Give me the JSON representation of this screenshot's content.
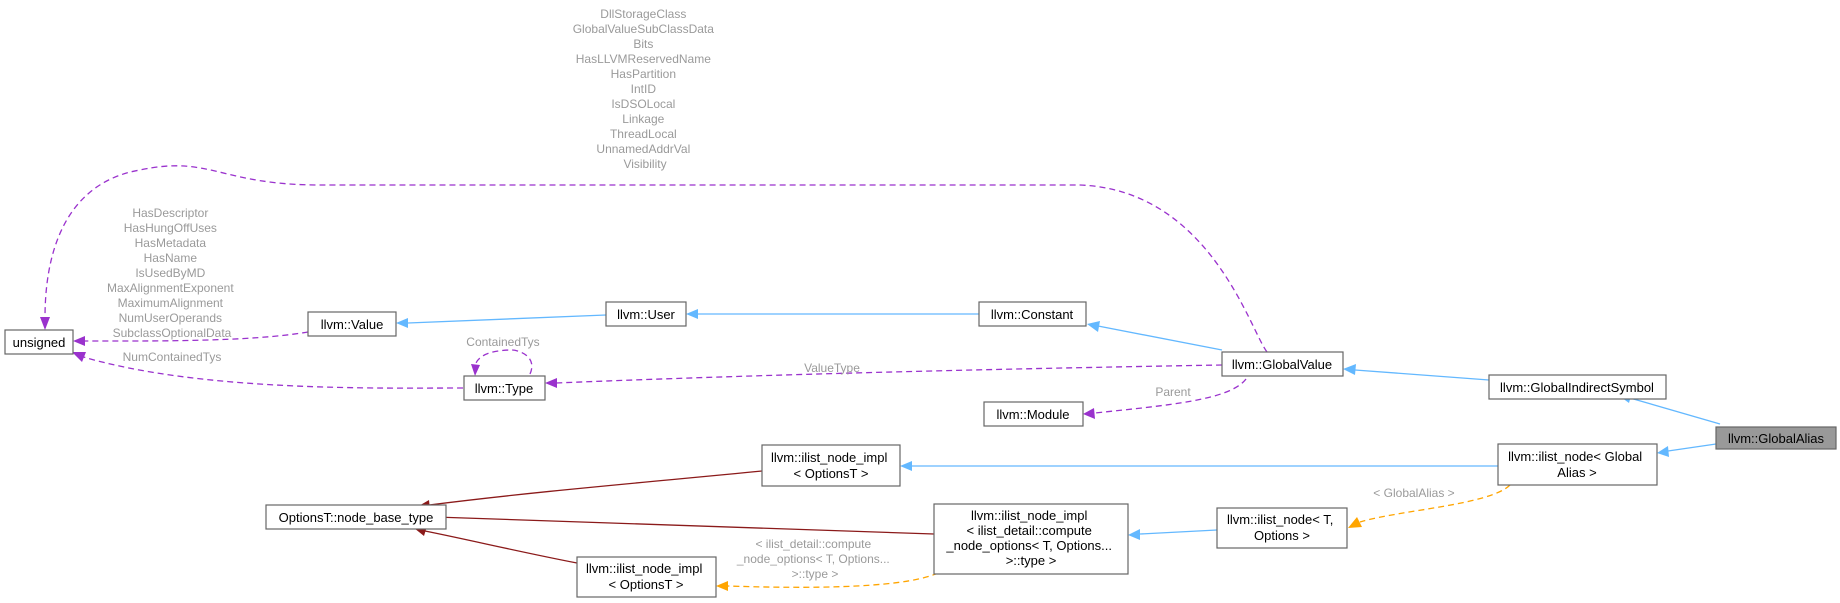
{
  "nodes": {
    "global_alias": "llvm::GlobalAlias",
    "global_indirect_symbol": "llvm::GlobalIndirectSymbol",
    "global_value": "llvm::GlobalValue",
    "constant": "llvm::Constant",
    "user": "llvm::User",
    "value": "llvm::Value",
    "unsigned": "unsigned",
    "type": "llvm::Type",
    "module": "llvm::Module",
    "ilist_node_global_alias": [
      "llvm::ilist_node< Global",
      "Alias >"
    ],
    "ilist_node_impl_top": [
      "llvm::ilist_node_impl",
      "< OptionsT >"
    ],
    "node_base_type": "OptionsT::node_base_type",
    "ilist_node_impl_mid": [
      "llvm::ilist_node_impl",
      "< ilist_detail::compute",
      "_node_options< T, Options...",
      ">::type >"
    ],
    "ilist_node_t": [
      "llvm::ilist_node< T,",
      "Options >"
    ],
    "ilist_node_impl_bottom": [
      "llvm::ilist_node_impl",
      "< OptionsT >"
    ]
  },
  "edge_labels": {
    "global_value_fields": [
      "DllStorageClass",
      "GlobalValueSubClassData",
      "Bits",
      "HasLLVMReservedName",
      "HasPartition",
      "IntID",
      "IsDSOLocal",
      "Linkage",
      "ThreadLocal",
      "UnnamedAddrVal",
      "Visibility"
    ],
    "value_fields": [
      "HasDescriptor",
      "HasHungOffUses",
      "HasMetadata",
      "HasName",
      "IsUsedByMD",
      "MaxAlignmentExponent",
      "MaximumAlignment",
      "NumUserOperands",
      "SubclassOptionalData"
    ],
    "num_contained_tys": "NumContainedTys",
    "contained_tys": "ContainedTys",
    "value_type": "ValueType",
    "parent": "Parent",
    "template_global_alias": "< GlobalAlias >",
    "template_compute_options": [
      "< ilist_detail::compute",
      "_node_options< T, Options...",
      ">::type >"
    ]
  },
  "colors": {
    "inheritance": "#63b8ff",
    "usage": "#9a32cd",
    "base_inheritance": "#8b1a1a",
    "template": "#ffa500",
    "highlight_fill": "#999999"
  }
}
